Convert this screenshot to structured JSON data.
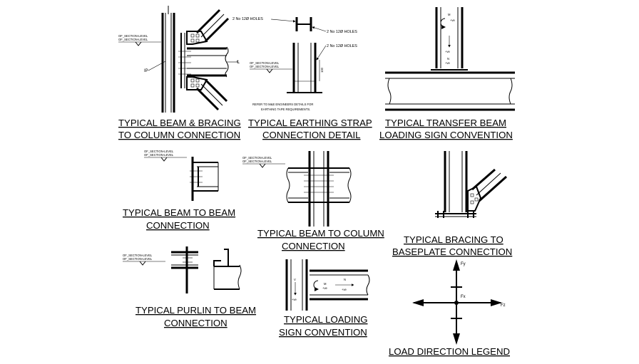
{
  "titles": {
    "beam_bracing": [
      "TYPICAL BEAM & BRACING",
      "TO COLUMN CONNECTION"
    ],
    "earthing": [
      "TYPICAL EARTHING STRAP",
      "CONNECTION DETAIL"
    ],
    "transfer": [
      "TYPICAL TRANSFER BEAM",
      "LOADING SIGN CONVENTION"
    ],
    "beam_to_beam": [
      "TYPICAL BEAM TO BEAM",
      "CONNECTION"
    ],
    "beam_to_column": [
      "TYPICAL BEAM TO COLUMN",
      "CONNECTION"
    ],
    "bracing_base": [
      "TYPICAL BRACING TO",
      "BASEPLATE CONNECTION"
    ],
    "purlin": [
      "TYPICAL PURLIN TO BEAM",
      "CONNECTION"
    ],
    "loading_sign": [
      "TYPICAL LOADING",
      "SIGN CONVENTION"
    ],
    "legend": "LOAD DIRECTION LEGEND"
  },
  "notes": {
    "section_level": "OF_SECTION-LEVEL",
    "ip": "IP",
    "cl": "℄",
    "holes": "2 No 12Ø HOLES",
    "dim": "100",
    "earthing_note": [
      "REFER TO M&E ENGINEERS DETAILS FOR",
      "EARTHING TAPE REQUIREMENTS."
    ]
  },
  "signs": {
    "m": "M",
    "n": "N",
    "v": "V",
    "ve": "+ve"
  },
  "forces": {
    "fy": "Fy",
    "fx": "Fx",
    "fz": "Fz"
  }
}
